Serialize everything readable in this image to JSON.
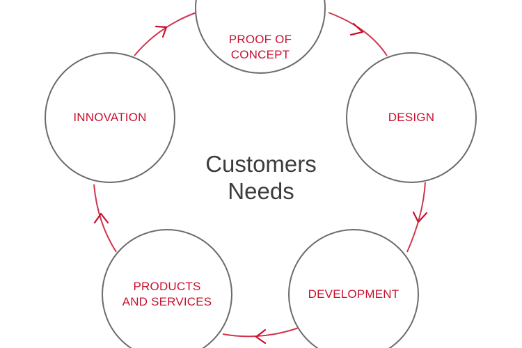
{
  "colors": {
    "accent": "#c8102e",
    "circle_stroke": "#6b6b6b",
    "center_text": "#3c3c3c",
    "background": "#ffffff"
  },
  "center": {
    "line1": "Customers",
    "line2": "Needs"
  },
  "nodes": {
    "proof_of_concept": "PROOF OF\nCONCEPT",
    "design": "DESIGN",
    "development": "DEVELOPMENT",
    "products_and_services": "PRODUCTS\nAND SERVICES",
    "innovation": "INNOVATION"
  },
  "connector_icons": [
    "arrow-icon",
    "arrow-icon",
    "arrow-icon",
    "arrow-icon",
    "arrow-icon"
  ]
}
